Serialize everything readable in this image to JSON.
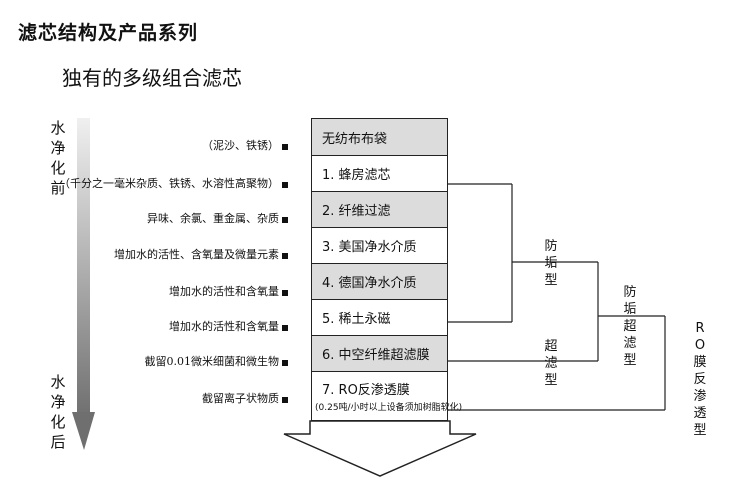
{
  "header": {
    "title": "滤芯结构及产品系列",
    "subtitle": "独有的多级组合滤芯"
  },
  "axis": {
    "top_label": "水净化前",
    "bottom_label": "水净化后"
  },
  "stages": [
    {
      "label": "无纺布布袋",
      "desc": "（泥沙、铁锈）",
      "shade": "gray"
    },
    {
      "label": "1. 蜂房滤芯",
      "desc": "（千分之一毫米杂质、铁锈、水溶性高聚物）",
      "shade": "white"
    },
    {
      "label": "2. 纤维过滤",
      "desc": "异味、余氯、重金属、杂质",
      "shade": "gray"
    },
    {
      "label": "3. 美国净水介质",
      "desc": "增加水的活性、含氧量及微量元素",
      "shade": "white"
    },
    {
      "label": "4. 德国净水介质",
      "desc": "增加水的活性和含氧量",
      "shade": "gray"
    },
    {
      "label": "5. 稀土永磁",
      "desc": "增加水的活性和含氧量",
      "shade": "white"
    },
    {
      "label": "6. 中空纤维超滤膜",
      "desc": "截留0.01微米细菌和微生物",
      "shade": "gray"
    },
    {
      "label": "7. RO反渗透膜",
      "sub": "(0.25吨/小时以上设备须加树脂软化)",
      "desc": "截留离子状物质",
      "shade": "white"
    }
  ],
  "groups": {
    "fanggou": "防垢型",
    "chaolv": "超滤型",
    "fanggou_chaolv": "防垢超滤型",
    "ro": "RO膜反渗透型"
  },
  "colors": {
    "gray_box": "#dcdcdc",
    "line": "#222222"
  }
}
